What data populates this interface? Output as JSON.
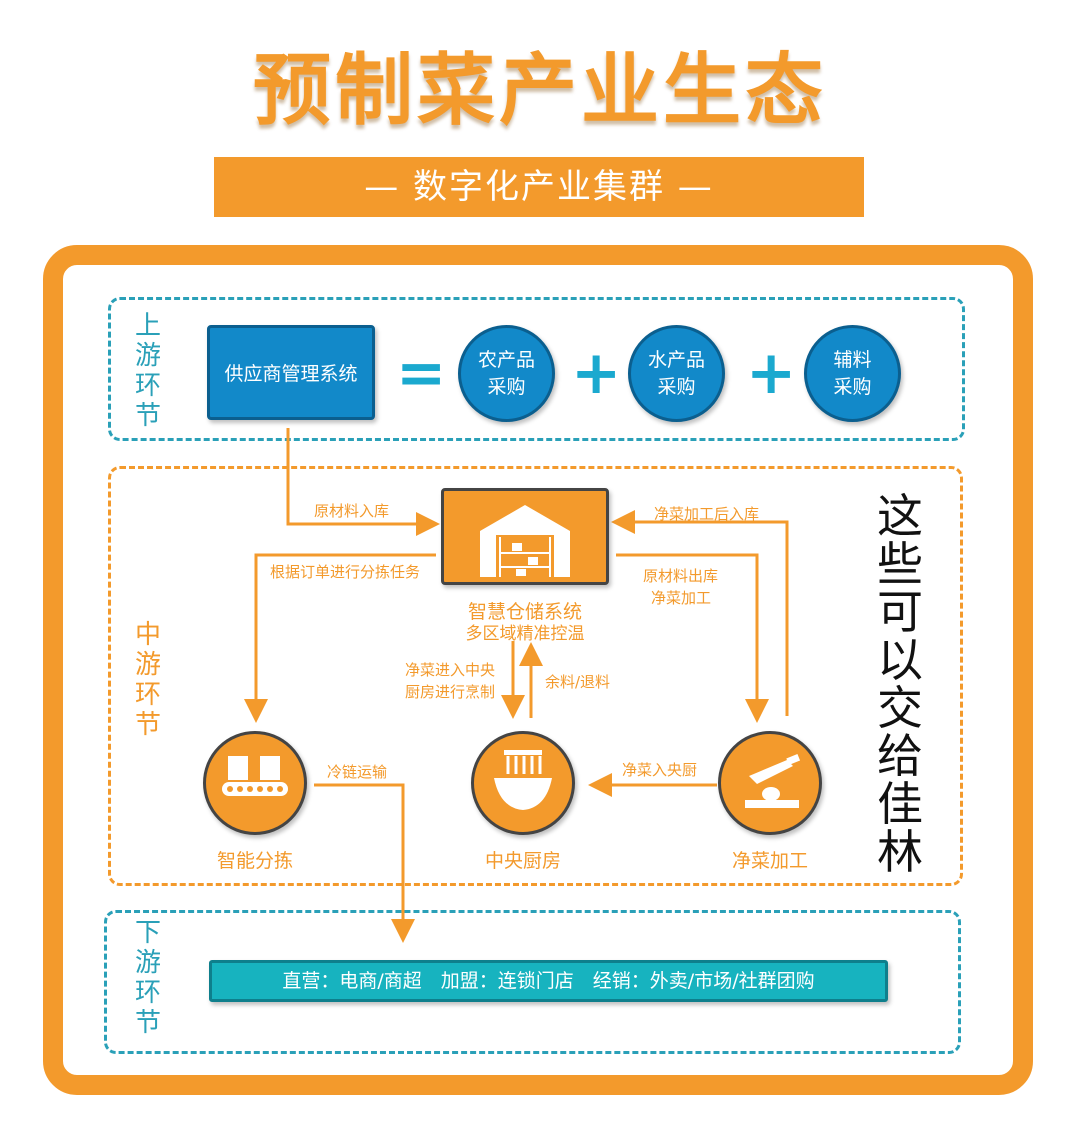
{
  "title": "预制菜产业生态",
  "subtitle": "— 数字化产业集群 —",
  "zones": {
    "upstream": "上游环节",
    "midstream": "中游环节",
    "downstream": "下游环节"
  },
  "upstream": {
    "system": "供应商管理系统",
    "equals": "=",
    "plus": "+",
    "procurement": [
      {
        "line1": "农产品",
        "line2": "采购"
      },
      {
        "line1": "水产品",
        "line2": "采购"
      },
      {
        "line1": "辅料",
        "line2": "采购"
      }
    ]
  },
  "midstream": {
    "warehouse_line1": "智慧仓储系统",
    "warehouse_line2": "多区域精准控温",
    "sorting": "智能分拣",
    "kitchen": "中央厨房",
    "processing": "净菜加工",
    "flows": {
      "raw_in": "原材料入库",
      "order_sorting": "根据订单进行分拣任务",
      "processed_in": "净菜加工后入库",
      "raw_out_1": "原材料出库",
      "raw_out_2": "净菜加工",
      "to_kitchen_1": "净菜进入中央",
      "to_kitchen_2": "厨房进行烹制",
      "leftover": "余料/退料",
      "to_central": "净菜入央厨",
      "cold_chain": "冷链运输"
    }
  },
  "side_note": "这些可以交给佳林",
  "downstream": {
    "channels": "直营：电商/商超　加盟：连锁门店　经销：外卖/市场/社群团购"
  },
  "colors": {
    "orange": "#f39a2c",
    "blue": "#1289c9",
    "teal": "#17b3bf",
    "dashed_blue": "#2aa0b8"
  }
}
